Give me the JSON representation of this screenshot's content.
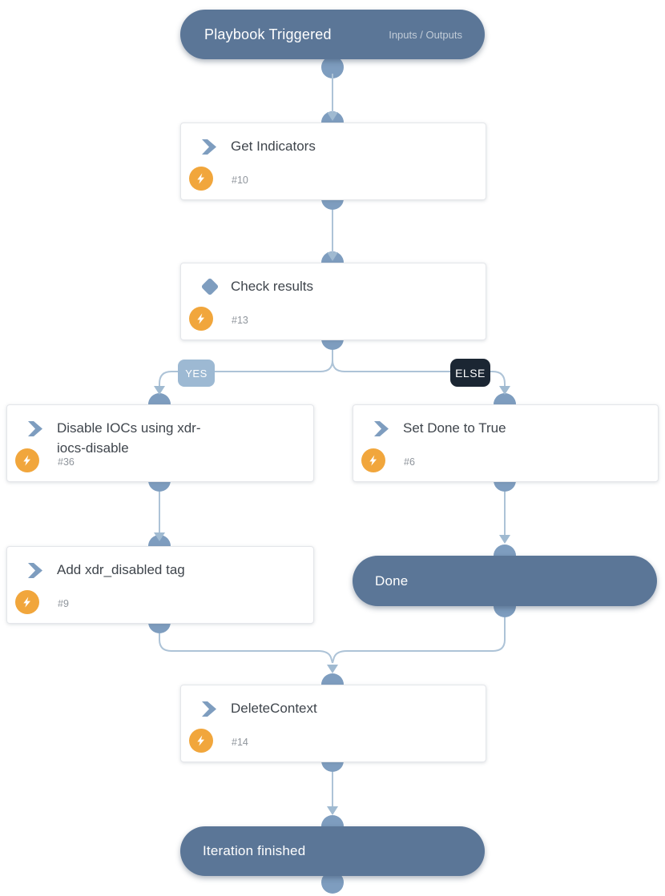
{
  "colors": {
    "terminal_fill": "#5b7697",
    "connector_dot": "#7e9dbf",
    "connector_line": "#adc3d7",
    "arrow_fill": "#a0bad1",
    "yes_badge": "#9db9d3",
    "else_badge": "#1b2633",
    "automation_badge": "#f1a63c",
    "card_title": "#3f454c",
    "task_id_text": "#8f959c"
  },
  "nodes": [
    {
      "id": "playbook-triggered",
      "type": "trigger",
      "label": "Playbook Triggered",
      "link": "Inputs / Outputs"
    },
    {
      "id": "get-indicators",
      "type": "task",
      "icon": "chevron-icon",
      "label": "Get Indicators",
      "task_id": "#10",
      "badge_icon": "lightning-bolt-icon"
    },
    {
      "id": "check-results",
      "type": "condition",
      "icon": "diamond-icon",
      "label": "Check results",
      "task_id": "#13",
      "badge_icon": "lightning-bolt-icon"
    },
    {
      "id": "disable-iocs",
      "type": "task",
      "icon": "chevron-icon",
      "label": "Disable IOCs using xdr-iocs-disable",
      "task_id": "#36",
      "badge_icon": "lightning-bolt-icon"
    },
    {
      "id": "set-done-to-true",
      "type": "task",
      "icon": "chevron-icon",
      "label": "Set Done to True",
      "task_id": "#6",
      "badge_icon": "lightning-bolt-icon"
    },
    {
      "id": "add-xdr-disabled-tag",
      "type": "task",
      "icon": "chevron-icon",
      "label": "Add xdr_disabled tag",
      "task_id": "#9",
      "badge_icon": "lightning-bolt-icon"
    },
    {
      "id": "done",
      "type": "terminal",
      "label": "Done"
    },
    {
      "id": "delete-context",
      "type": "task",
      "icon": "chevron-icon",
      "label": "DeleteContext",
      "task_id": "#14",
      "badge_icon": "lightning-bolt-icon"
    },
    {
      "id": "iteration-finished",
      "type": "terminal",
      "label": "Iteration finished"
    }
  ],
  "branches": [
    {
      "label": "YES",
      "condition": "yes"
    },
    {
      "label": "ELSE",
      "condition": "else"
    }
  ]
}
